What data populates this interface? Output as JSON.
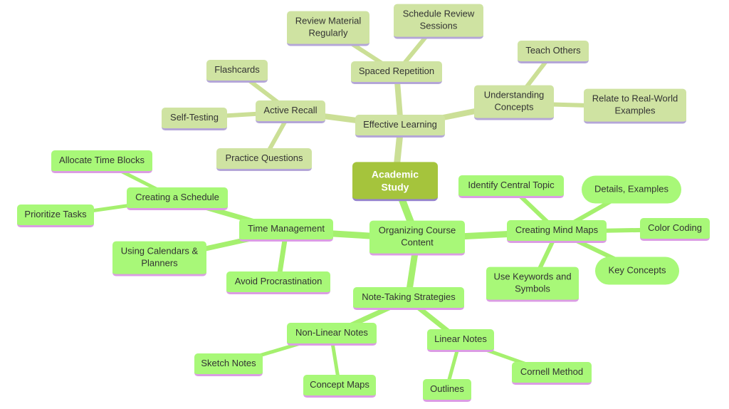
{
  "colors": {
    "background": "#ffffff",
    "central-fill": "#a5c43c",
    "central-text": "#ffffff",
    "central-underline": "#9583cd",
    "top-fill": "#cfe3a2",
    "top-underline": "#b4a6d8",
    "top-edge": "#cbdf96",
    "bottom-fill": "#a8f878",
    "bottom-underline": "#db9ce4",
    "bottom-edge": "#a5f06e",
    "node-text": "#333333"
  },
  "labels": {
    "academic_study": "Academic Study",
    "effective_learning": "Effective Learning",
    "spaced_repetition": "Spaced Repetition",
    "review_material_regularly": "Review Material Regularly",
    "schedule_review_sessions": "Schedule Review Sessions",
    "active_recall": "Active Recall",
    "flashcards": "Flashcards",
    "self_testing": "Self-Testing",
    "practice_questions": "Practice Questions",
    "understanding_concepts": "Understanding Concepts",
    "teach_others": "Teach Others",
    "relate_to_real_world_examples": "Relate to Real-World Examples",
    "organizing_course_content": "Organizing Course Content",
    "time_management": "Time Management",
    "creating_a_schedule": "Creating a Schedule",
    "allocate_time_blocks": "Allocate Time Blocks",
    "prioritize_tasks": "Prioritize Tasks",
    "using_calendars_planners": "Using Calendars & Planners",
    "avoid_procrastination": "Avoid Procrastination",
    "creating_mind_maps": "Creating Mind Maps",
    "identify_central_topic": "Identify Central Topic",
    "details_examples": "Details, Examples",
    "color_coding": "Color Coding",
    "key_concepts": "Key Concepts",
    "use_keywords_and_symbols": "Use Keywords and Symbols",
    "note_taking_strategies": "Note-Taking Strategies",
    "non_linear_notes": "Non-Linear Notes",
    "sketch_notes": "Sketch Notes",
    "concept_maps": "Concept Maps",
    "linear_notes": "Linear Notes",
    "outlines": "Outlines",
    "cornell_method": "Cornell Method"
  },
  "structure": {
    "root": "academic_study",
    "edges": [
      [
        "academic_study",
        "effective_learning"
      ],
      [
        "effective_learning",
        "spaced_repetition"
      ],
      [
        "spaced_repetition",
        "review_material_regularly"
      ],
      [
        "spaced_repetition",
        "schedule_review_sessions"
      ],
      [
        "effective_learning",
        "active_recall"
      ],
      [
        "active_recall",
        "flashcards"
      ],
      [
        "active_recall",
        "self_testing"
      ],
      [
        "active_recall",
        "practice_questions"
      ],
      [
        "effective_learning",
        "understanding_concepts"
      ],
      [
        "understanding_concepts",
        "teach_others"
      ],
      [
        "understanding_concepts",
        "relate_to_real_world_examples"
      ],
      [
        "academic_study",
        "organizing_course_content"
      ],
      [
        "organizing_course_content",
        "time_management"
      ],
      [
        "time_management",
        "creating_a_schedule"
      ],
      [
        "creating_a_schedule",
        "allocate_time_blocks"
      ],
      [
        "creating_a_schedule",
        "prioritize_tasks"
      ],
      [
        "time_management",
        "using_calendars_planners"
      ],
      [
        "time_management",
        "avoid_procrastination"
      ],
      [
        "organizing_course_content",
        "creating_mind_maps"
      ],
      [
        "creating_mind_maps",
        "identify_central_topic"
      ],
      [
        "creating_mind_maps",
        "details_examples"
      ],
      [
        "creating_mind_maps",
        "color_coding"
      ],
      [
        "creating_mind_maps",
        "key_concepts"
      ],
      [
        "creating_mind_maps",
        "use_keywords_and_symbols"
      ],
      [
        "organizing_course_content",
        "note_taking_strategies"
      ],
      [
        "note_taking_strategies",
        "non_linear_notes"
      ],
      [
        "non_linear_notes",
        "sketch_notes"
      ],
      [
        "non_linear_notes",
        "concept_maps"
      ],
      [
        "note_taking_strategies",
        "linear_notes"
      ],
      [
        "linear_notes",
        "outlines"
      ],
      [
        "linear_notes",
        "cornell_method"
      ]
    ]
  }
}
